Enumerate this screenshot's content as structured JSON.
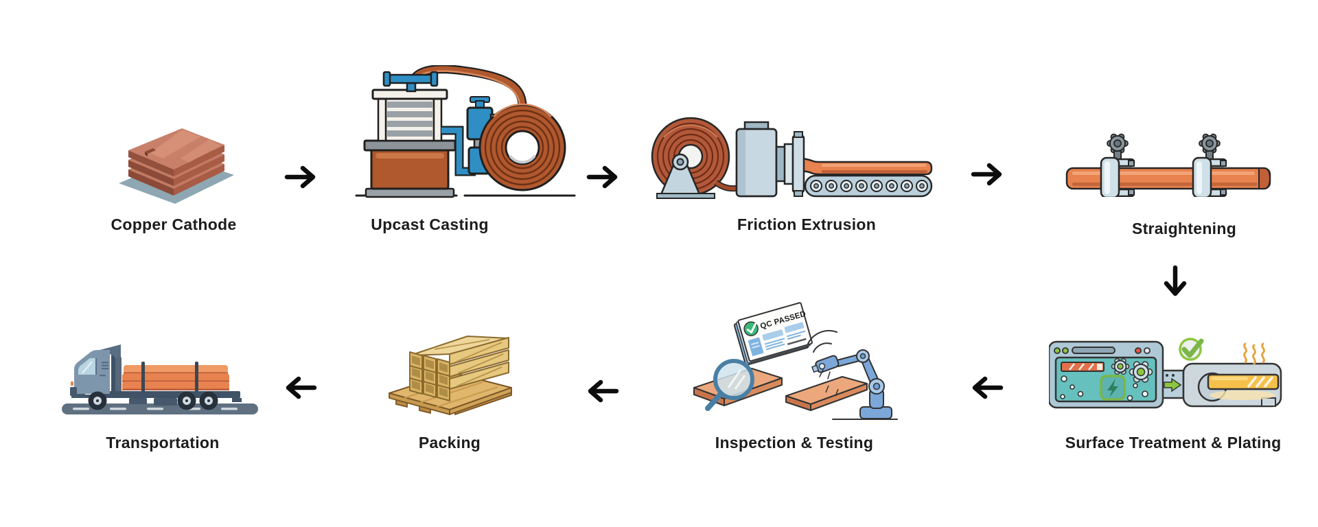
{
  "diagram": {
    "steps": [
      {
        "id": "copper-cathode",
        "label": "Copper Cathode"
      },
      {
        "id": "upcast-casting",
        "label": "Upcast Casting"
      },
      {
        "id": "friction-extrusion",
        "label": "Friction Extrusion"
      },
      {
        "id": "straightening",
        "label": "Straightening"
      },
      {
        "id": "surface-treatment-plating",
        "label": "Surface Treatment & Plating"
      },
      {
        "id": "inspection-testing",
        "label": "Inspection & Testing"
      },
      {
        "id": "packing",
        "label": "Packing"
      },
      {
        "id": "transportation",
        "label": "Transportation"
      }
    ],
    "qc_badge": {
      "text": "QC PASSED"
    },
    "colors": {
      "copper": "#e8824f",
      "copper_dark": "#b0582e",
      "machine_blue": "#2f8fc4",
      "steel_blue": "#b9cfdc",
      "teal_screen": "#66c0bd",
      "green": "#8cc63f",
      "gold": "#f6c14b",
      "wood": "#e0b66c",
      "road": "#5f7181",
      "ink": "#1c1c1c"
    }
  }
}
